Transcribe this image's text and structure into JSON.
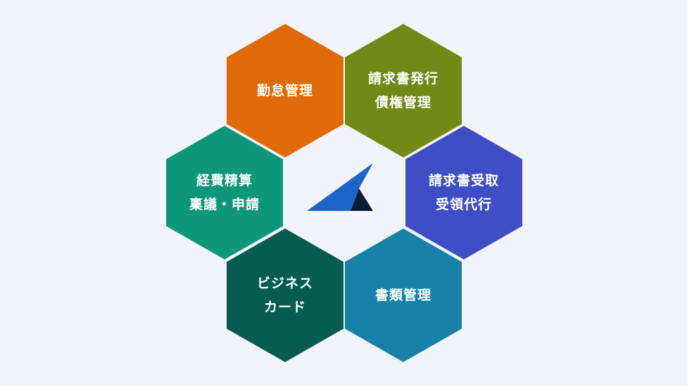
{
  "diagram": {
    "hexagons": [
      {
        "id": "kintai",
        "lines": [
          "勤怠管理"
        ],
        "color": "#df6a07"
      },
      {
        "id": "seikyu-hakko",
        "lines": [
          "請求書発行",
          "債権管理"
        ],
        "color": "#6f8a16"
      },
      {
        "id": "keihi",
        "lines": [
          "経費精算",
          "稟議・申請"
        ],
        "color": "#0e967a"
      },
      {
        "id": "seikyu-uketori",
        "lines": [
          "請求書受取",
          "受領代行"
        ],
        "color": "#3f4ec4"
      },
      {
        "id": "business-card",
        "lines": [
          "ビジネス",
          "カード"
        ],
        "color": "#065c50"
      },
      {
        "id": "shorui",
        "lines": [
          "書類管理"
        ],
        "color": "#1881a8"
      }
    ],
    "logo": {
      "icon": "brand-logo-icon",
      "colors": [
        "#1c64c8",
        "#0b1d36"
      ]
    }
  }
}
